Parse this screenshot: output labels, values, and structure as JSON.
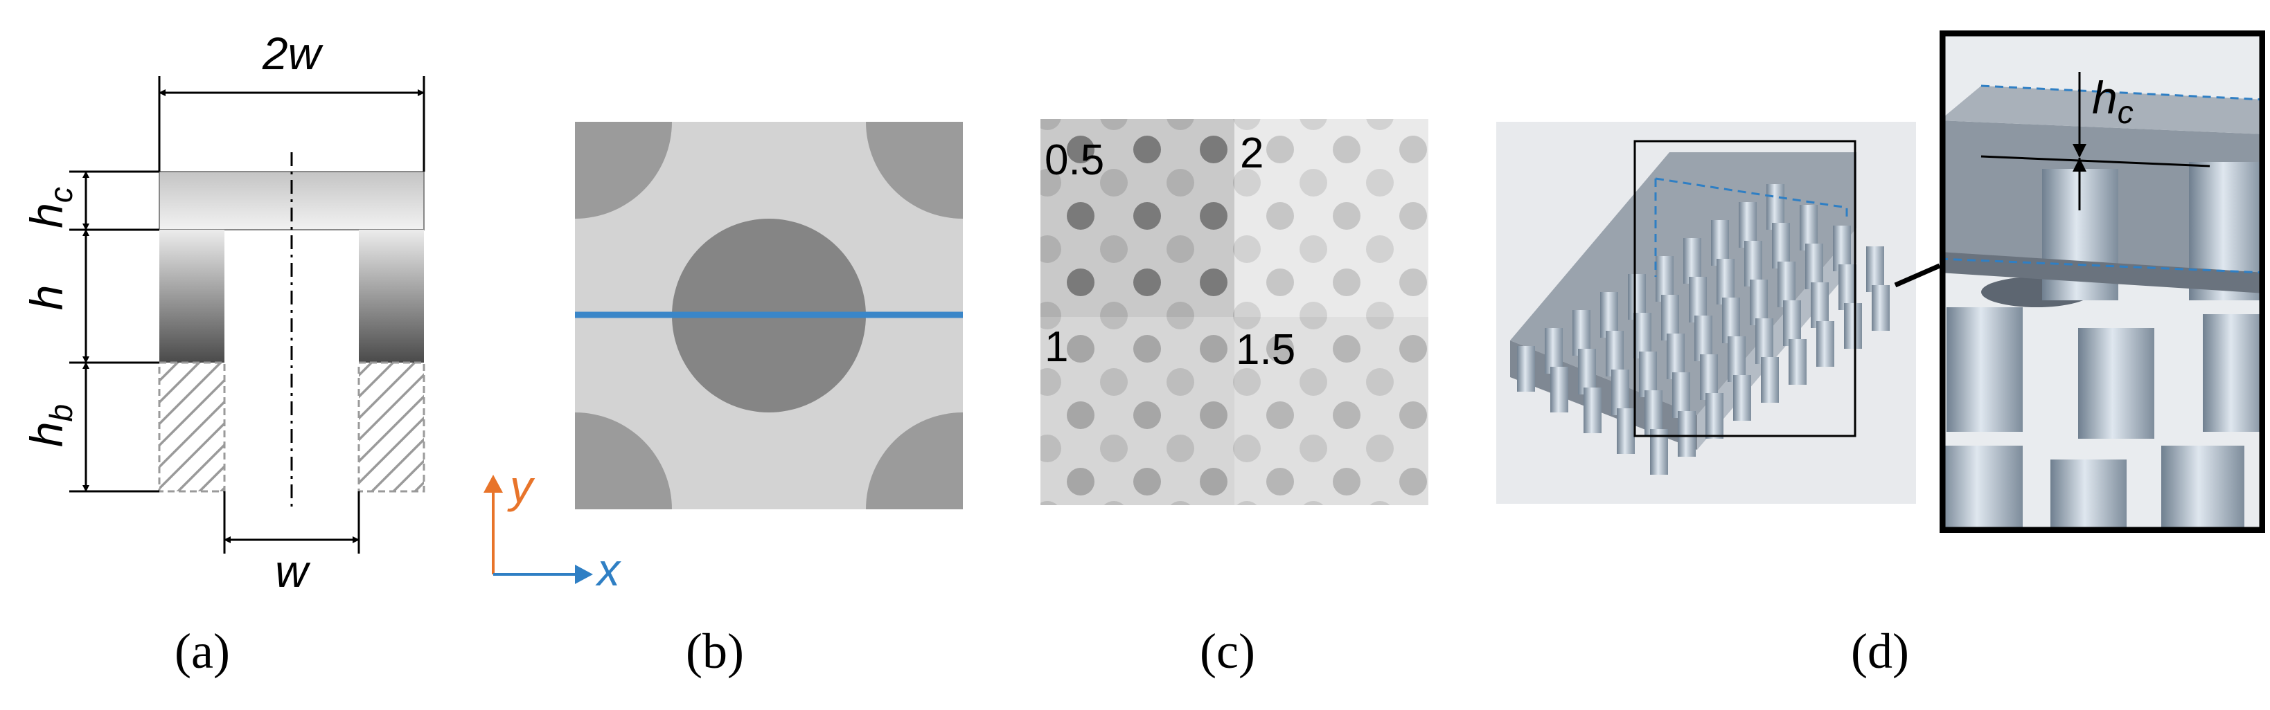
{
  "panel_a": {
    "caption": "(a)",
    "labels": {
      "width_top": "2w",
      "width_bottom": "w",
      "h_c": "h",
      "h_c_sub": "c",
      "h": "h",
      "h_b": "h",
      "h_b_sub": "b"
    }
  },
  "panel_b": {
    "caption": "(b)",
    "axis_y": "y",
    "axis_x": "x",
    "colors": {
      "axis_y": "#e8742a",
      "axis_x": "#2f7fc4",
      "section_line": "#3a86c8"
    }
  },
  "panel_c": {
    "caption": "(c)",
    "quadrants": [
      "0.5",
      "2",
      "1",
      "1.5"
    ]
  },
  "panel_d": {
    "caption": "(d)",
    "inset_label": "h",
    "inset_label_sub": "c"
  }
}
